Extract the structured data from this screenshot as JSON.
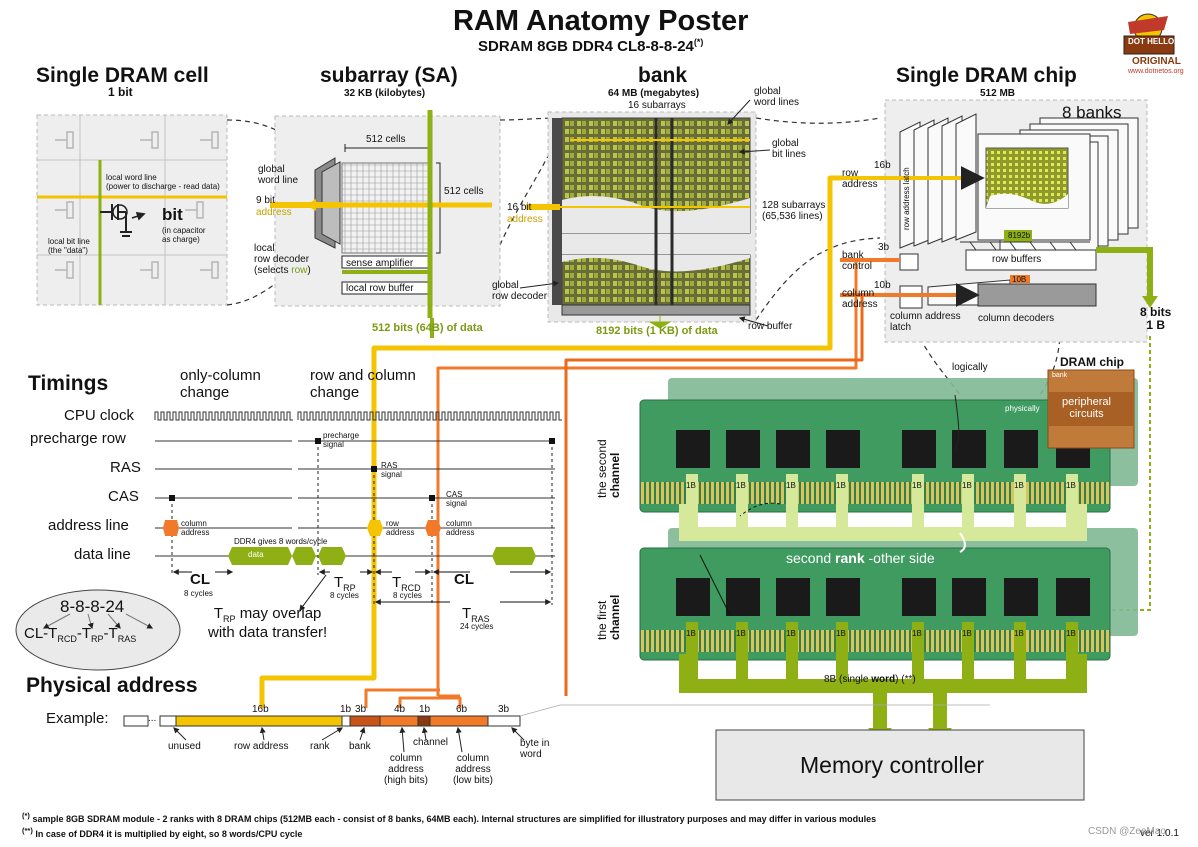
{
  "title": "RAM Anatomy Poster",
  "subtitle": "SDRAM 8GB DDR4 CL8-8-8-24",
  "subtitle_note": "(*)",
  "logo": {
    "text": "DOT HELLOS",
    "badge": "ORIGINAL",
    "url": "www.dotnetos.org"
  },
  "colors": {
    "olive": "#8fb014",
    "yellow": "#f5c400",
    "orange": "#f07a2a",
    "darkorange": "#c95418",
    "pcb": "#3f9b5f",
    "chip": "#1a1a1a",
    "lightgreen": "#d6e89a"
  },
  "sections": {
    "cell": {
      "title": "Single DRAM cell",
      "size": "1 bit",
      "local_word_line": "local word line\n(power to discharge - read data)",
      "bit": "bit",
      "bit_note": "(in capacitor\nas charge)",
      "local_bit_line": "local bit line\n(the \"data\")"
    },
    "subarray": {
      "title": "subarray (SA)",
      "size": "32 KB (kilobytes)",
      "cells_top": "512 cells",
      "cells_right": "512 cells",
      "global_word_line": "global\nword line",
      "bit_count": "9 bit",
      "address": "address",
      "row_decoder": "local\nrow decoder\n(selects ",
      "row_word": "row",
      "row_decoder_end": ")",
      "sense_amplifier": "sense amplifier",
      "local_row_buffer": "local row buffer",
      "output": "512 bits (64B) of data"
    },
    "bank": {
      "title": "bank",
      "size": "64 MB (megabytes)",
      "top_subarrays": "16 subarrays",
      "global_word_lines": "global\nword lines",
      "global_bit_lines": "global\nbit lines",
      "bit_count": "16 bit",
      "address": "address",
      "right_subarrays": "128 subarrays\n(65,536 lines)",
      "global_row_decoder": "global\nrow decoder",
      "row_buffer": "row buffer",
      "output": "8192 bits (1 KB) of data"
    },
    "chip": {
      "title": "Single DRAM chip",
      "size": "512 MB",
      "banks": "8 banks",
      "row_address_bits": "16b",
      "row_address": "row\naddress",
      "row_address_latch": "row address latch",
      "bus_width": "8192b",
      "row_buffers": "row buffers",
      "bank_control_bits": "3b",
      "bank_control": "bank\ncontrol",
      "column_address_bits": "10b",
      "column_address": "column\naddress",
      "mux_bits": "10B",
      "column_address_latch": "column address\nlatch",
      "column_decoders": "column decoders",
      "output": "8 bits\n1 B"
    }
  },
  "timings": {
    "title": "Timings",
    "headers": [
      "only-column\nchange",
      "row and column\nchange"
    ],
    "signals": [
      "CPU clock",
      "precharge row",
      "RAS",
      "CAS",
      "address line",
      "data line"
    ],
    "annotations": {
      "precharge": "precharge\nsignal",
      "ras": "RAS\nsignal",
      "cas": "CAS\nsignal",
      "column_address": "column\naddress",
      "row_address": "row\naddress",
      "ddr4": "DDR4 gives 8 words/cycle",
      "data": "data"
    },
    "intervals": [
      {
        "label": "CL",
        "cycles": "8 cycles"
      },
      {
        "label": "T",
        "sub": "RP",
        "cycles": "8 cycles"
      },
      {
        "label": "T",
        "sub": "RCD",
        "cycles": "8 cycles"
      },
      {
        "label": "CL",
        "cycles": ""
      },
      {
        "label": "T",
        "sub": "RAS",
        "cycles": "24 cycles"
      }
    ],
    "overlap_note": [
      "may overlap",
      "with data transfer!"
    ],
    "overlap_sub": "RP",
    "formula_top": "8-8-8-24",
    "formula_parts": [
      "CL-T",
      "RCD",
      "-T",
      "RP",
      "-T",
      "RAS"
    ]
  },
  "modules": {
    "logically": "logically",
    "physically": "physically",
    "dram_chip": {
      "title": "DRAM chip",
      "bank_label": "bank",
      "peripheral": "peripheral\ncircuits"
    },
    "second_channel": [
      "the second",
      "channel"
    ],
    "first_channel": [
      "the first",
      "channel"
    ],
    "second_rank_pre": "second ",
    "second_rank_bold": "rank",
    "second_rank_post": " -other side",
    "chip_width": "1B",
    "word_pre": "8B (single ",
    "word_bold": "word",
    "word_post": ") (**)"
  },
  "physical_address": {
    "title": "Physical address",
    "example": "Example:",
    "dots": "...",
    "fields": [
      {
        "bits": "",
        "label": "unused"
      },
      {
        "bits": "16b",
        "label": "row address"
      },
      {
        "bits": "1b",
        "label": "rank"
      },
      {
        "bits": "3b",
        "label": "bank"
      },
      {
        "bits": "4b",
        "label": "column\naddress\n(high bits)"
      },
      {
        "bits": "1b",
        "label": "channel"
      },
      {
        "bits": "6b",
        "label": "column\naddress\n(low bits)"
      },
      {
        "bits": "3b",
        "label": "byte in\nword"
      }
    ]
  },
  "memory_controller": "Memory controller",
  "footnotes": [
    "sample 8GB SDRAM module - 2 ranks with 8 DRAM chips (512MB each - consist of 8 banks, 64MB each). Internal structures are simplified for illustratory purposes and may differ in various modules",
    "In case of DDR4 it is multiplied by eight, so 8 words/CPU cycle"
  ],
  "footnote_marks": [
    "(*)",
    "(**)"
  ],
  "version": "ver 1.0.1",
  "watermark": "CSDN @ZeeMao"
}
